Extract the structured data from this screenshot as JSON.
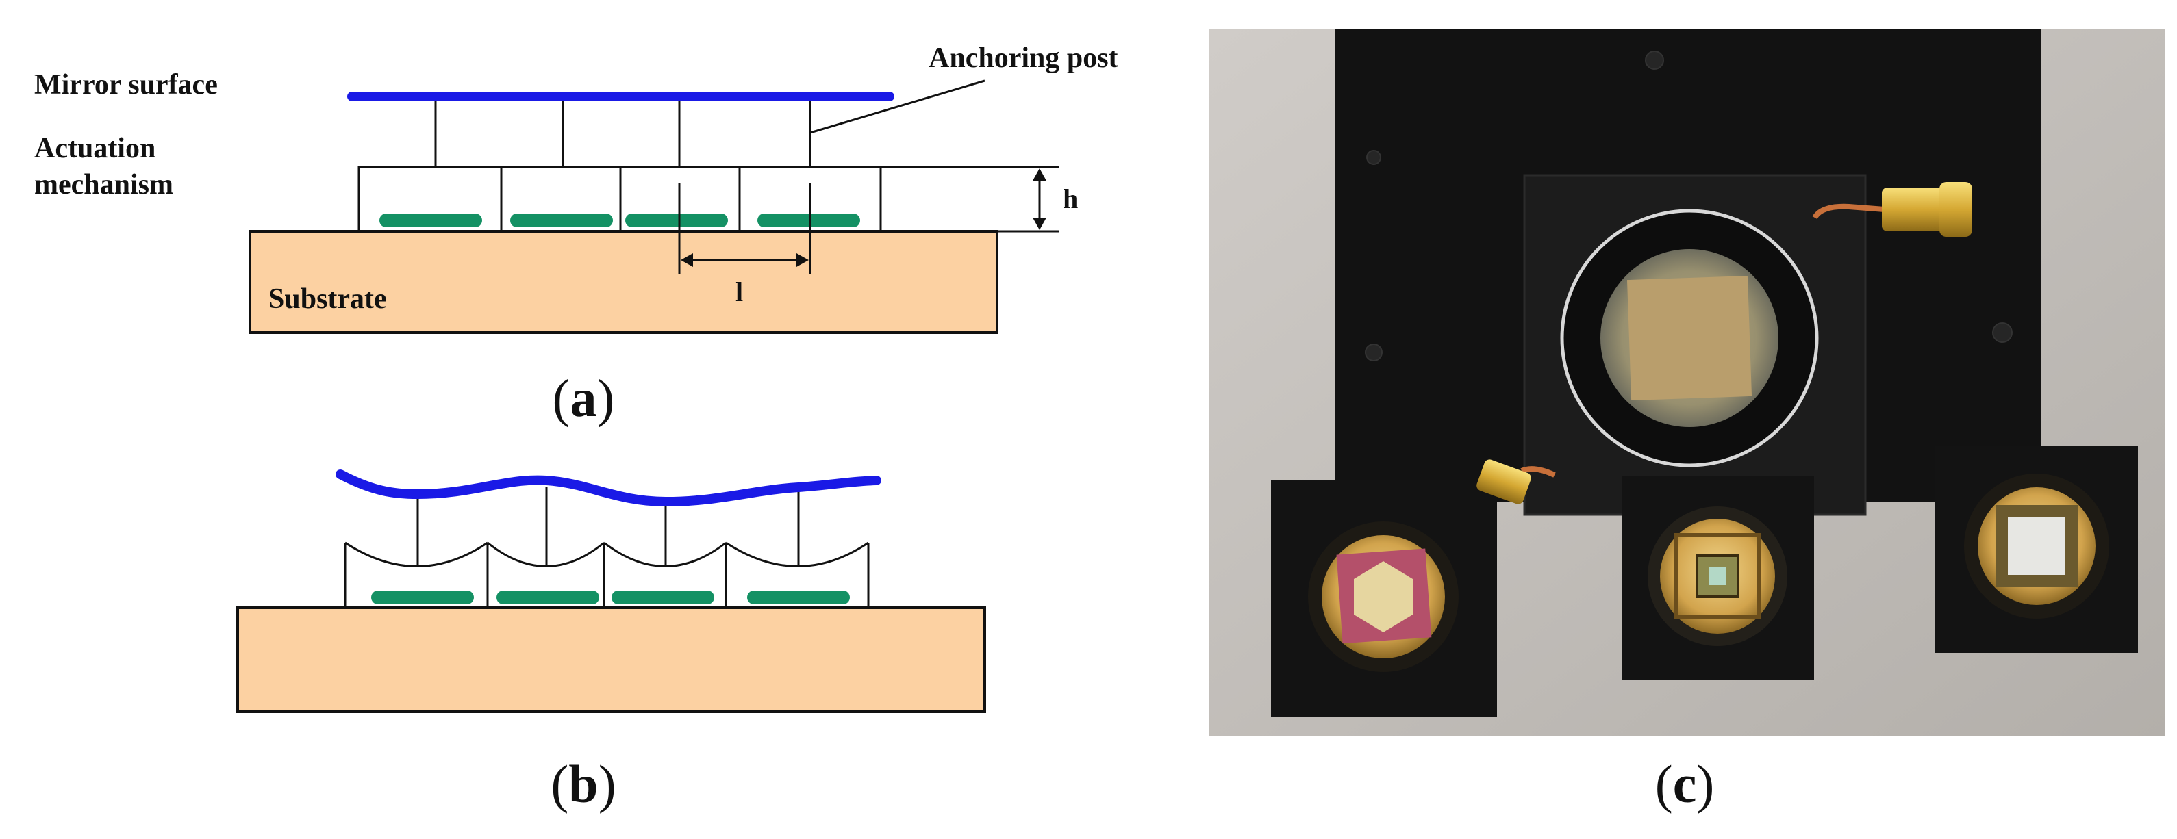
{
  "panel_a": {
    "label_mirror": "Mirror surface",
    "label_actuation_1": "Actuation",
    "label_actuation_2": "mechanism",
    "label_anchoring": "Anchoring post",
    "label_h": "h",
    "label_l": "l",
    "label_substrate": "Substrate",
    "caption_open": "(",
    "caption_letter": "a",
    "caption_close": ")"
  },
  "panel_b": {
    "caption_open": "(",
    "caption_letter": "b",
    "caption_close": ")"
  },
  "panel_c": {
    "caption_open": "(",
    "caption_letter": "c",
    "caption_close": ")"
  },
  "colors": {
    "mirror": "#1a1ae6",
    "electrode": "#149164",
    "substrate": "#fcd1a2",
    "outline": "#111111",
    "photo_background": "#bdb9b4",
    "mount_black": "#121212",
    "gold": "#c79a4e",
    "copper": "#c8703a"
  }
}
